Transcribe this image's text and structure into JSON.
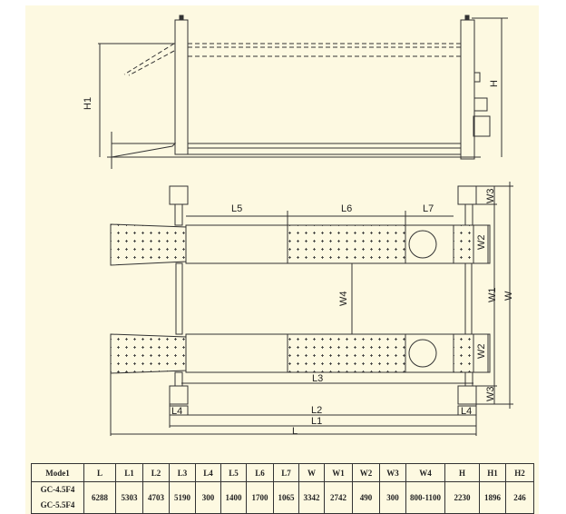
{
  "drawing": {
    "side_view_labels": {
      "h": "H",
      "h1": "H1"
    },
    "top_view_labels": {
      "l": "L",
      "l1": "L1",
      "l2": "L2",
      "l3": "L3",
      "l4": "L4",
      "l5": "L5",
      "l6": "L6",
      "l7": "L7",
      "w": "W",
      "w1": "W1",
      "w2": "W2",
      "w3": "W3",
      "w4": "W4"
    },
    "line_color": "#333333",
    "background_color": "#fdf9e1"
  },
  "spec_table": {
    "headers": [
      "Mode1",
      "L",
      "L1",
      "L2",
      "L3",
      "L4",
      "L5",
      "L6",
      "L7",
      "W",
      "W1",
      "W2",
      "W3",
      "W4",
      "H",
      "H1",
      "H2"
    ],
    "models": [
      "GC-4.5F4",
      "GC-5.5F4"
    ],
    "values": [
      "6288",
      "5303",
      "4703",
      "5190",
      "300",
      "1400",
      "1700",
      "1065",
      "3342",
      "2742",
      "490",
      "300",
      "800-1100",
      "2230",
      "1896",
      "246"
    ]
  }
}
